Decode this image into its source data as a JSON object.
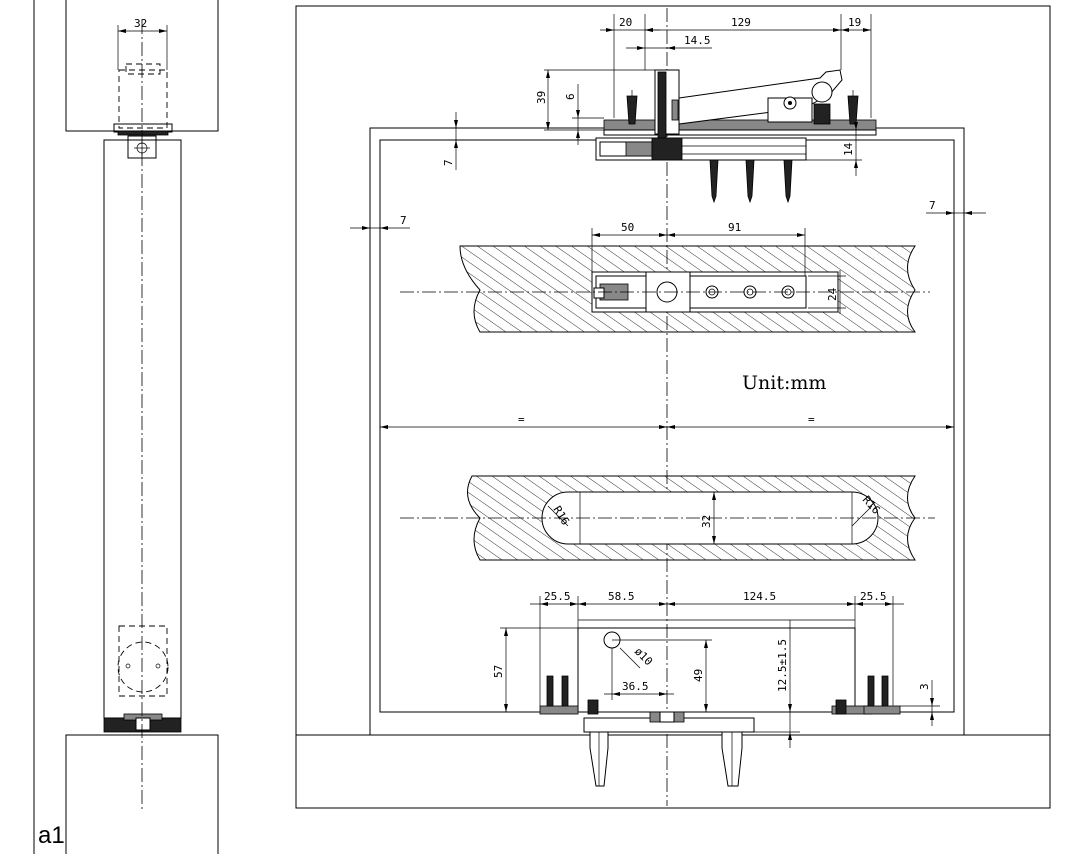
{
  "figure_label": "a1",
  "unit_note": "Unit:mm",
  "side_view": {
    "width_dim": "32"
  },
  "top_bracket": {
    "dim_20": "20",
    "dim_129": "129",
    "dim_19": "19",
    "dim_14_5": "14.5",
    "dim_39": "39",
    "dim_6": "6",
    "dim_14": "14",
    "dim_7": "7"
  },
  "side_gaps": {
    "left": "7",
    "right": "7"
  },
  "top_slot": {
    "dim_50": "50",
    "dim_91": "91",
    "dim_24": "24"
  },
  "center_marks": {
    "left": "=",
    "right": "="
  },
  "bottom_slot": {
    "r_left": "R16",
    "r_right": "R16",
    "width": "32"
  },
  "bottom_plate": {
    "dim_25_5_left": "25.5",
    "dim_58_5": "58.5",
    "dim_124_5": "124.5",
    "dim_25_5_right": "25.5",
    "dim_57": "57",
    "dim_49": "49",
    "dim_36_5": "36.5",
    "dim_diam10": "ø10",
    "dim_tolerance": "12.5±1.5",
    "dim_3": "3"
  }
}
